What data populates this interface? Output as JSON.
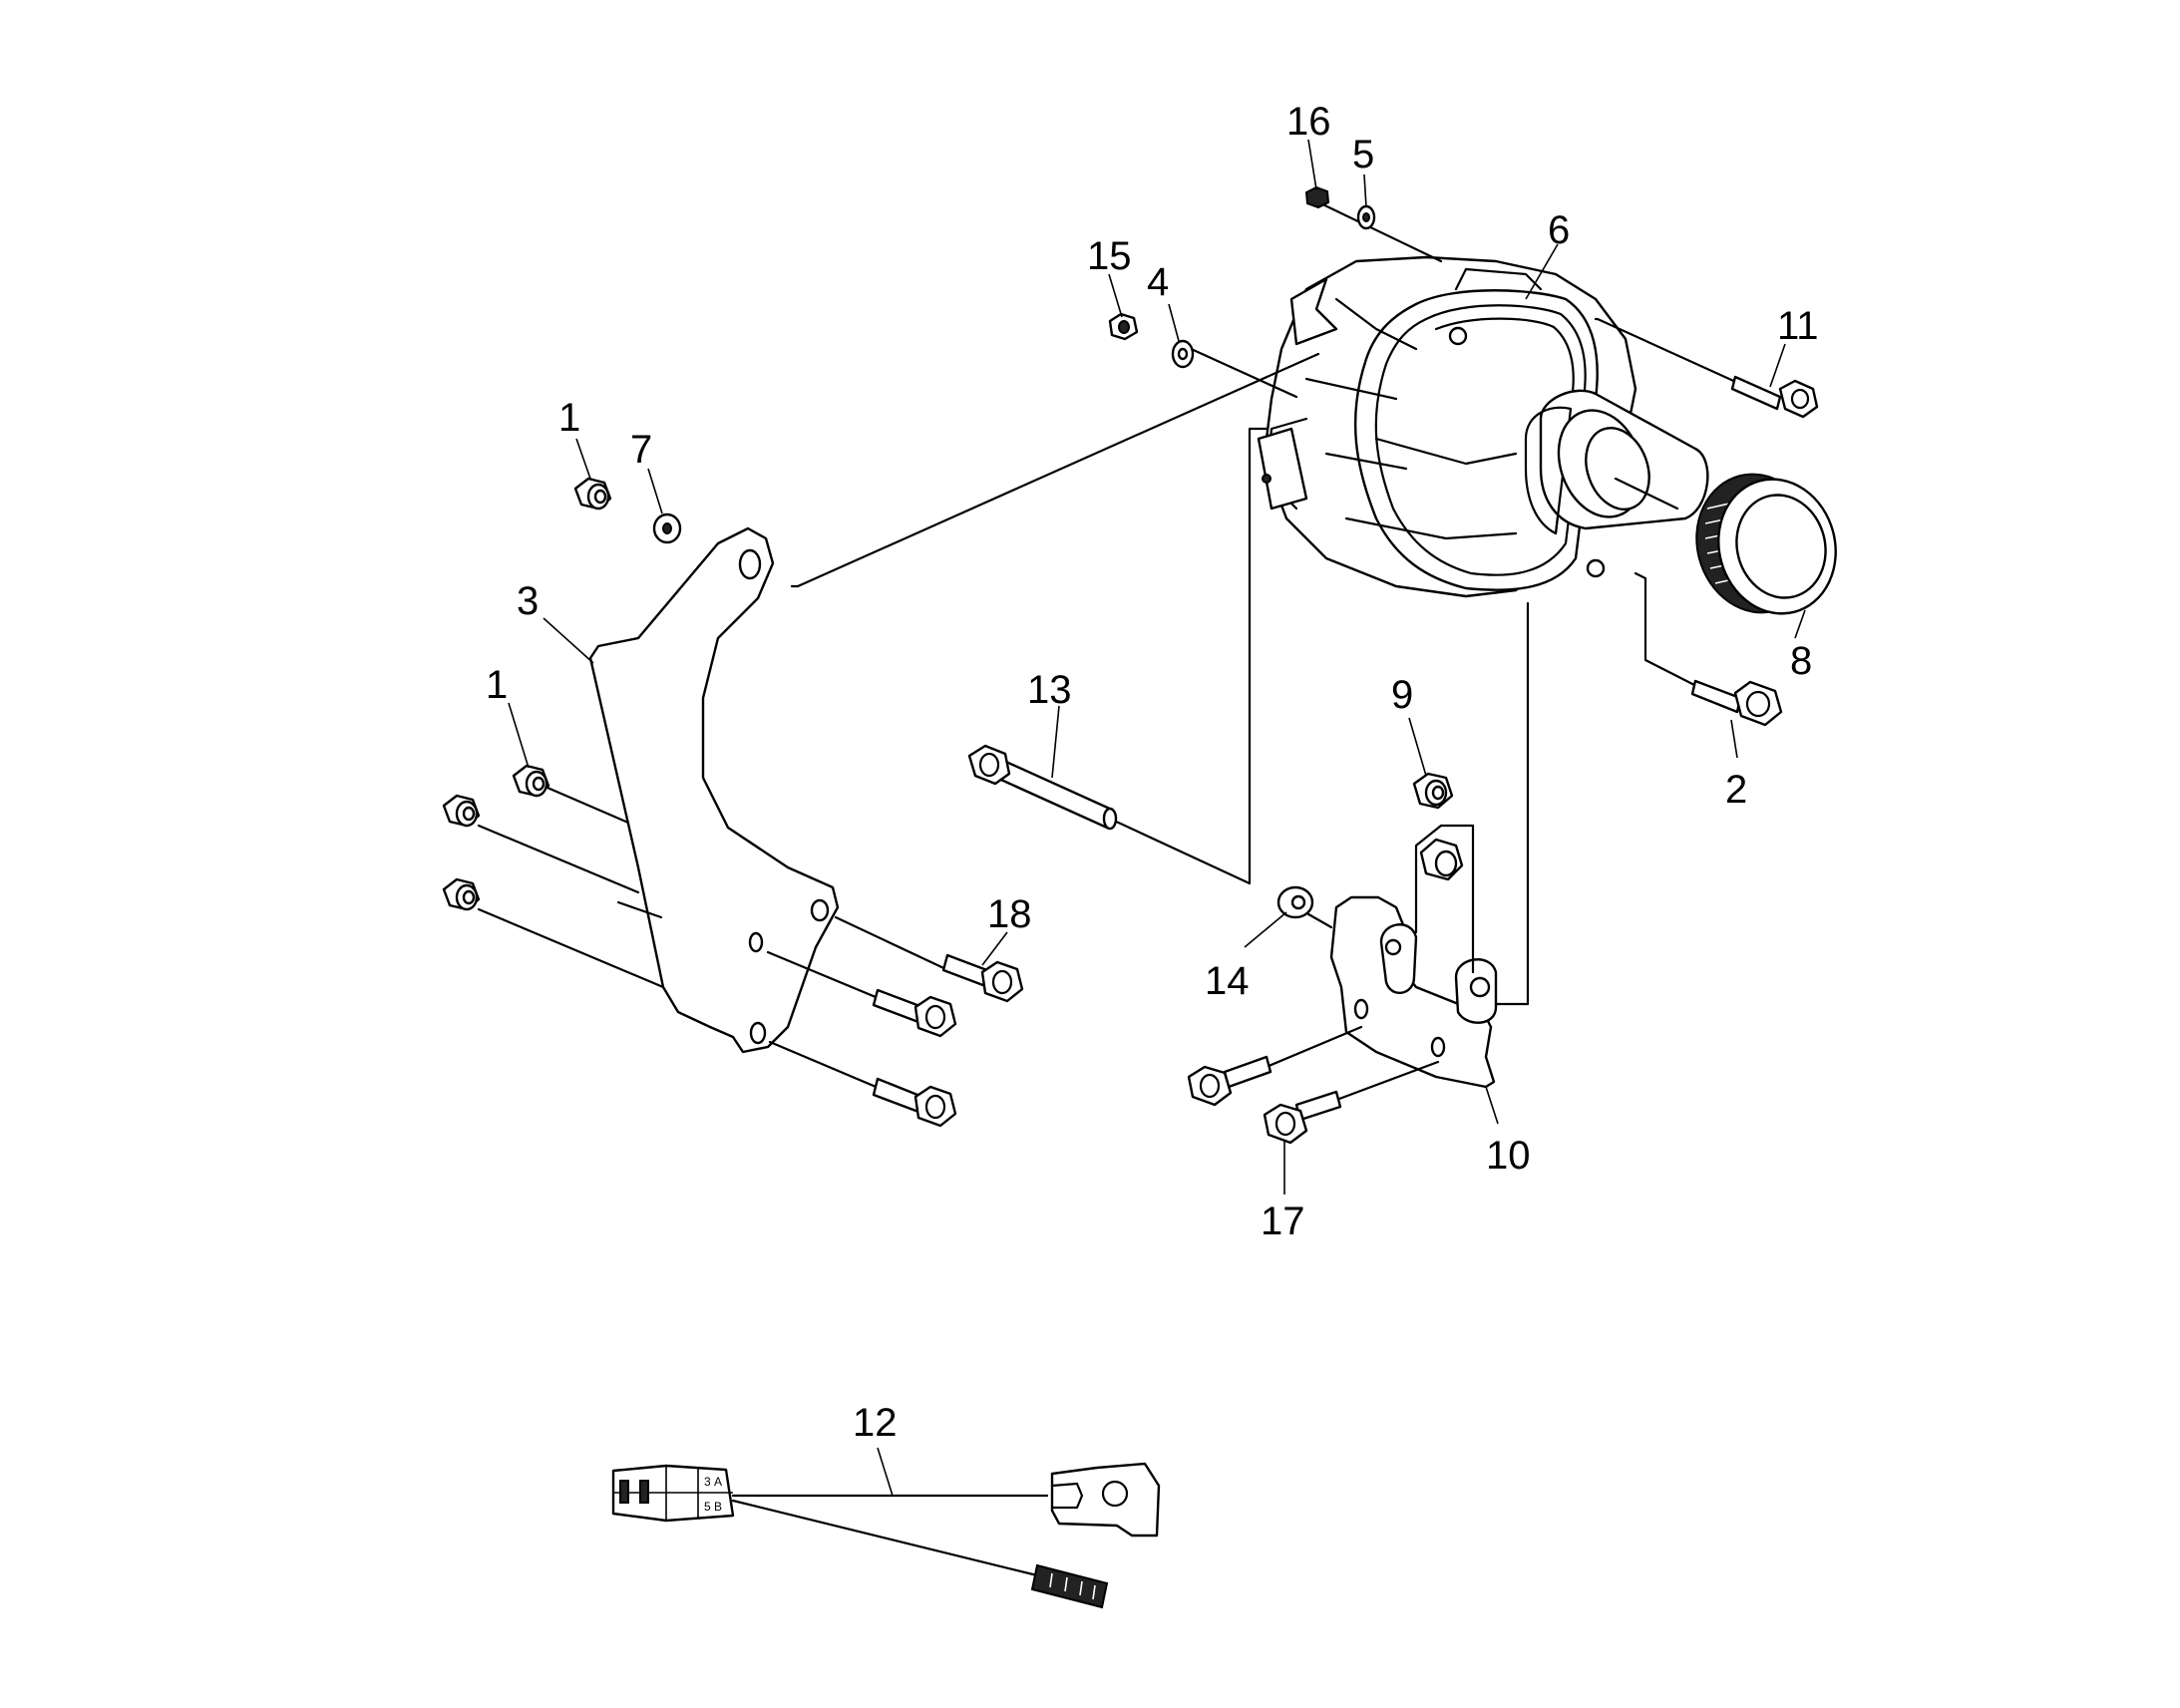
{
  "diagram": {
    "callouts": [
      {
        "id": "c16",
        "text": "16"
      },
      {
        "id": "c5",
        "text": "5"
      },
      {
        "id": "c6",
        "text": "6"
      },
      {
        "id": "c15",
        "text": "15"
      },
      {
        "id": "c4",
        "text": "4"
      },
      {
        "id": "c11",
        "text": "11"
      },
      {
        "id": "c1a",
        "text": "1"
      },
      {
        "id": "c7",
        "text": "7"
      },
      {
        "id": "c3",
        "text": "3"
      },
      {
        "id": "c8",
        "text": "8"
      },
      {
        "id": "c1b",
        "text": "1"
      },
      {
        "id": "c13",
        "text": "13"
      },
      {
        "id": "c9",
        "text": "9"
      },
      {
        "id": "c2",
        "text": "2"
      },
      {
        "id": "c18",
        "text": "18"
      },
      {
        "id": "c14",
        "text": "14"
      },
      {
        "id": "c10",
        "text": "10"
      },
      {
        "id": "c17",
        "text": "17"
      },
      {
        "id": "c12",
        "text": "12"
      }
    ],
    "connector_labels": {
      "a": "A",
      "b": "B",
      "n3": "3",
      "n5": "5"
    }
  }
}
